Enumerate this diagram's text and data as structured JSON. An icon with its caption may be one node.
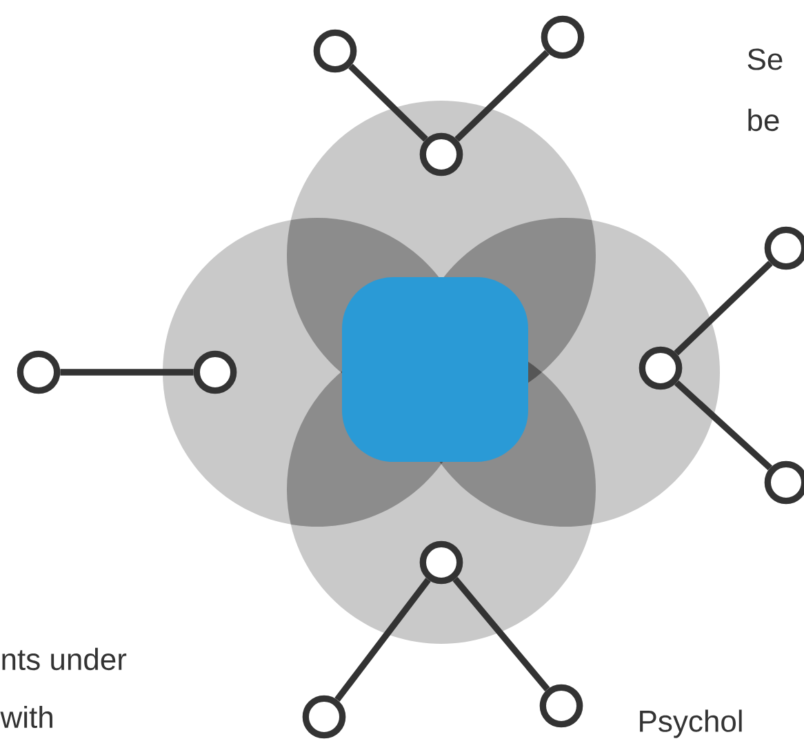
{
  "diagram": {
    "nodes": [
      {
        "text": [],
        "shape": "circle"
      },
      {
        "text": [],
        "shape": "circle"
      },
      {
        "text": [],
        "shape": "circle"
      },
      {
        "text": [],
        "shape": "circle"
      },
      {
        "text": [],
        "shape": "circle"
      },
      {
        "text": [],
        "shape": "circle"
      },
      {
        "text": [],
        "shape": "circle"
      },
      {
        "text": [],
        "shape": "circle"
      },
      {
        "text": [],
        "shape": "circle"
      },
      {
        "text": [],
        "shape": "circle"
      },
      {
        "text": [],
        "shape": "circle"
      }
    ],
    "edges": [
      {
        "from": 2,
        "to": 0,
        "arrow": "none"
      },
      {
        "from": 2,
        "to": 1,
        "arrow": "none"
      },
      {
        "from": 5,
        "to": 4,
        "arrow": "none"
      },
      {
        "from": 6,
        "to": 3,
        "arrow": "none"
      },
      {
        "from": 6,
        "to": 7,
        "arrow": "none"
      },
      {
        "from": 8,
        "to": 9,
        "arrow": "none"
      },
      {
        "from": 8,
        "to": 10,
        "arrow": "none"
      }
    ],
    "labels": [
      "Se",
      "be",
      "nts under",
      "with",
      "Psychol"
    ]
  }
}
